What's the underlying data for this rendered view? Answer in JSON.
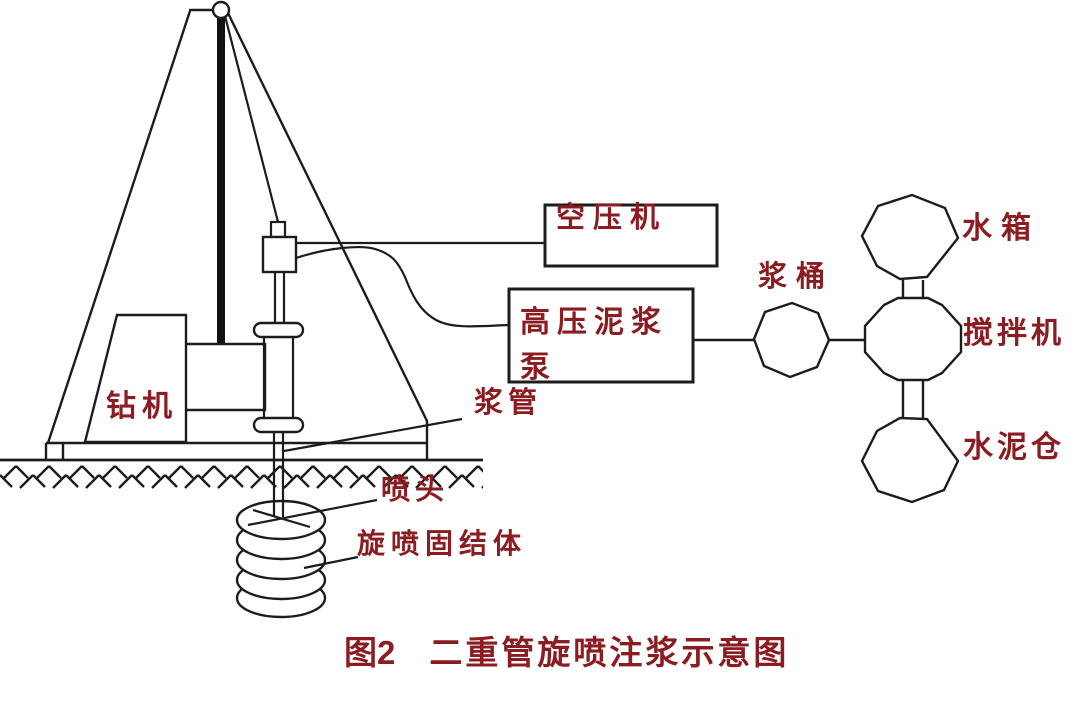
{
  "diagram": {
    "caption": {
      "prefix": "图2",
      "title": "二重管旋喷注浆示意图"
    },
    "labels": {
      "drill_rig": "钻机",
      "air_compressor": "空压机",
      "mud_pump_line1": "高压泥浆",
      "mud_pump_line2": "泵",
      "slurry_pipe": "浆管",
      "nozzle": "喷头",
      "jet_grouted_column": "旋喷固结体",
      "slurry_bucket": "浆桶",
      "water_tank": "水箱",
      "mixer": "搅拌机",
      "cement_silo": "水泥仓"
    },
    "colors": {
      "label_text": "#8B1C22",
      "line": "#1C1C1C",
      "background": "#FFFFFF"
    }
  }
}
